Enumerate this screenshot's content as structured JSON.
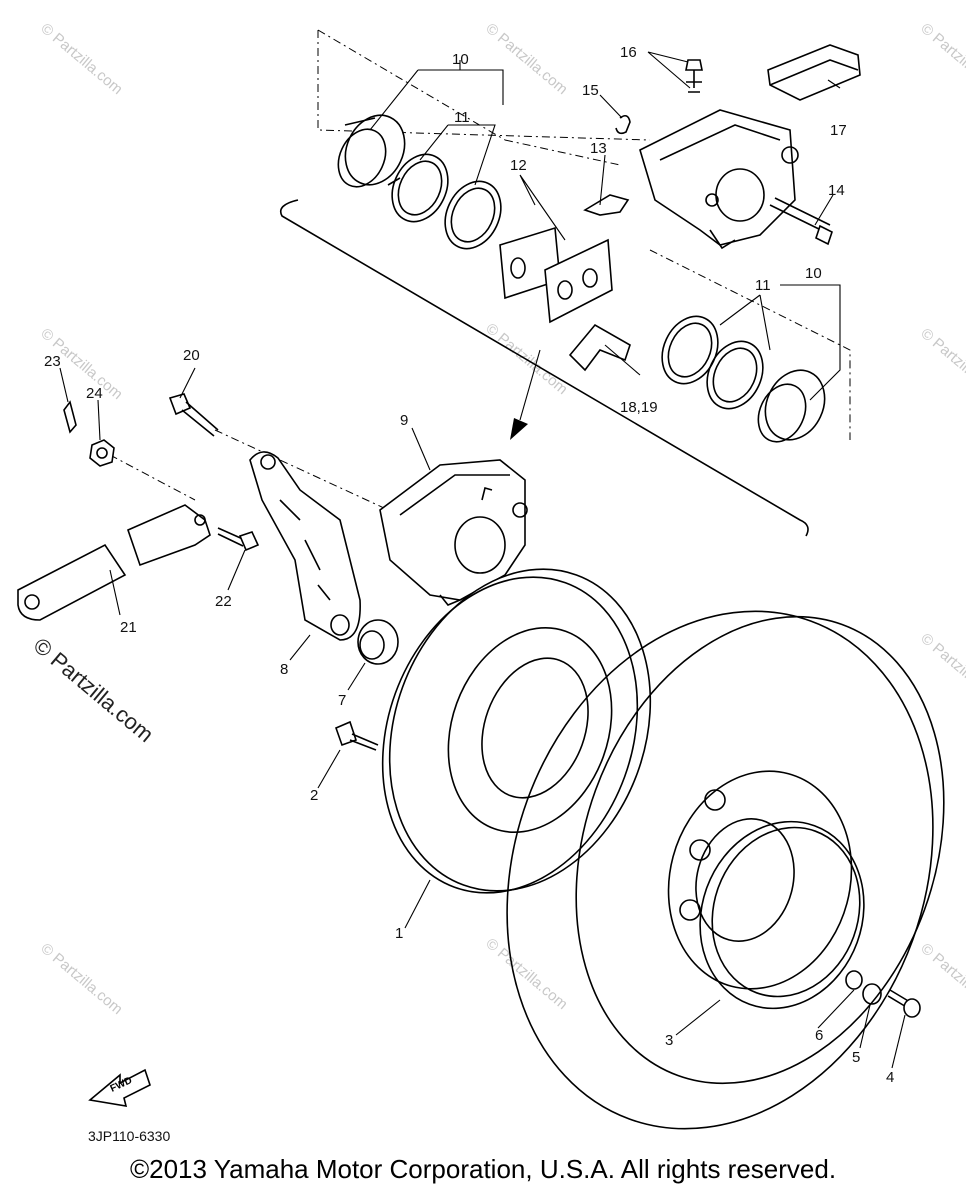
{
  "diagram": {
    "callouts": [
      "1",
      "2",
      "3",
      "4",
      "5",
      "6",
      "7",
      "8",
      "9",
      "10",
      "10",
      "11",
      "11",
      "12",
      "13",
      "14",
      "15",
      "16",
      "17",
      "18,19",
      "20",
      "21",
      "22",
      "23",
      "24"
    ],
    "watermark": "© Partzilla.com",
    "fwd_label": "FWD",
    "diagram_code": "3JP110-6330",
    "copyright": "©2013 Yamaha Motor Corporation, U.S.A. All rights reserved."
  }
}
